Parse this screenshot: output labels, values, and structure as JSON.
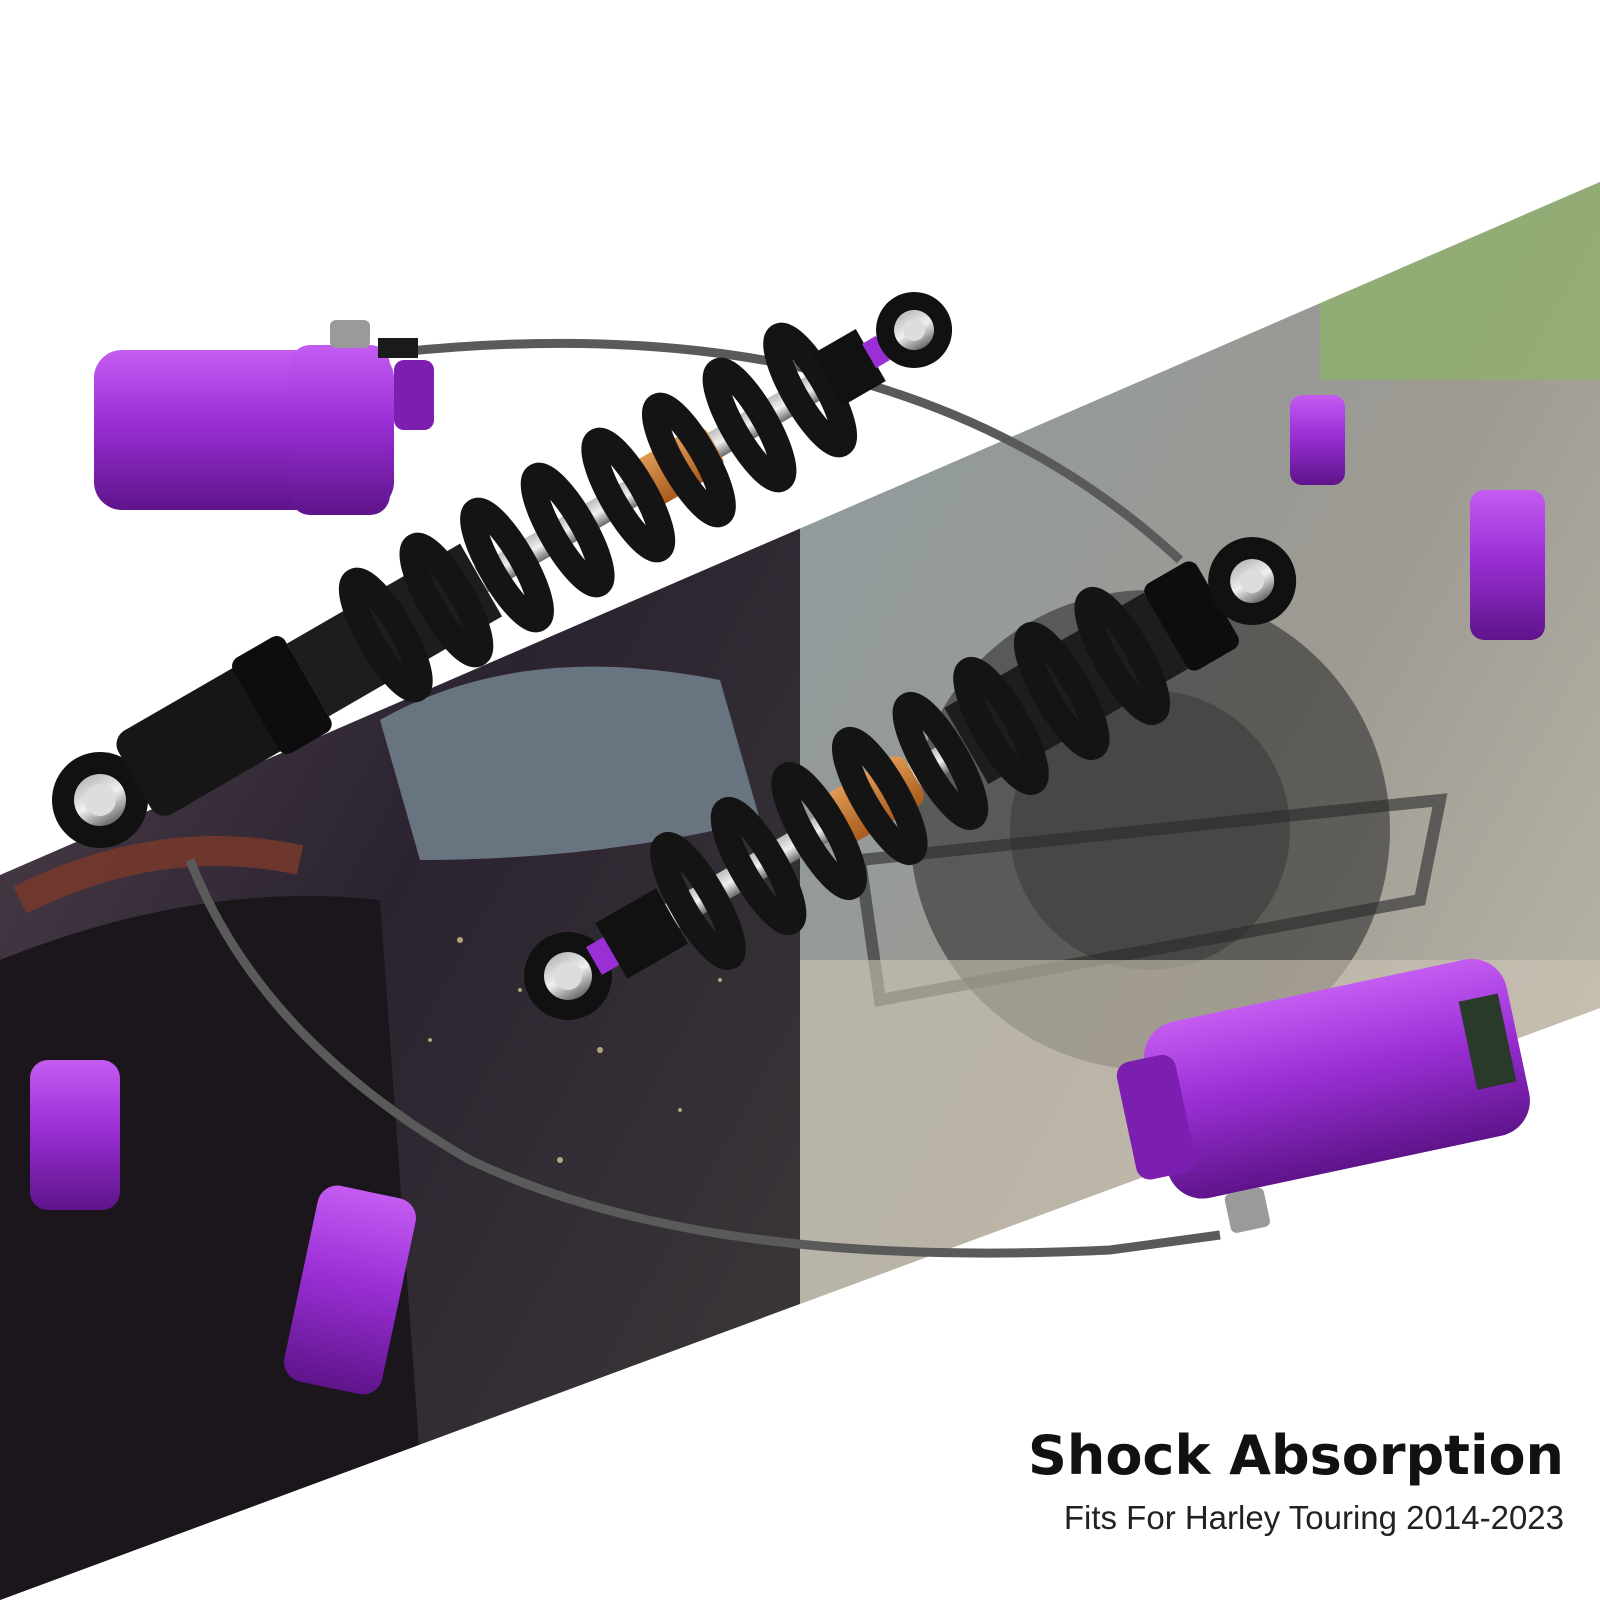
{
  "headline": {
    "title": "Shock Absorption",
    "subtitle": "Fits For Harley Touring 2014-2023"
  },
  "colors": {
    "accent_purple": "#9b2fd6",
    "spring_black": "#141414",
    "bumper_orange": "#c9782e",
    "hose_gray": "#5a5a5a",
    "background": "#ffffff"
  },
  "components": {
    "shock_count": 2,
    "reservoir_count": 2
  }
}
